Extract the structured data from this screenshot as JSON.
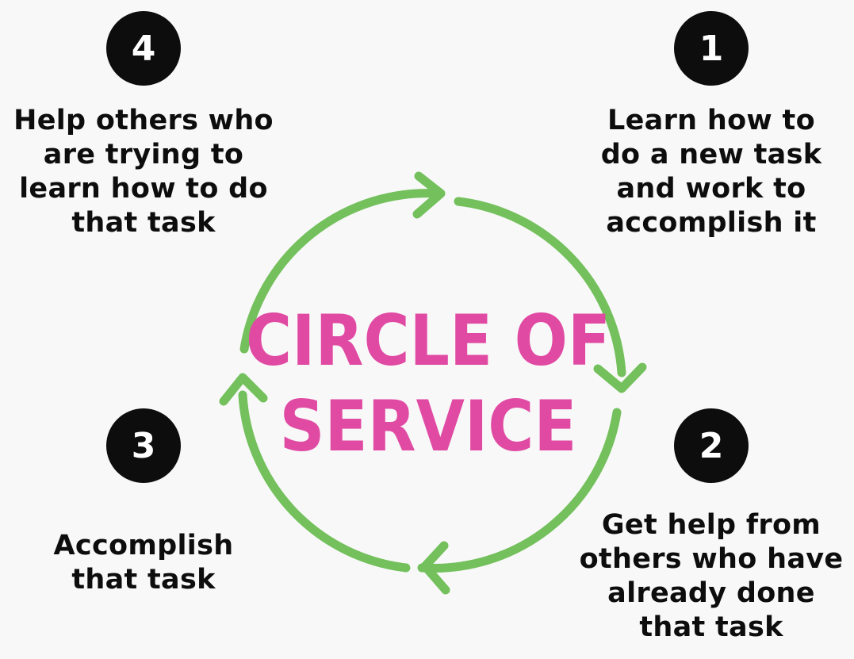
{
  "title": {
    "lines": [
      "CIRCLE OF",
      "SERVICE"
    ],
    "color": "#e04aa3"
  },
  "arrow_color": "#73c05c",
  "badge_color": "#0d0d0d",
  "steps": [
    {
      "number": "1",
      "lines": [
        "Learn how to",
        "do a new task",
        "and work to",
        "accomplish it"
      ]
    },
    {
      "number": "2",
      "lines": [
        "Get help from",
        "others who have",
        "already done",
        "that task"
      ]
    },
    {
      "number": "3",
      "lines": [
        "Accomplish",
        "that task"
      ]
    },
    {
      "number": "4",
      "lines": [
        "Help others who",
        "are trying to",
        "learn how to do",
        "that task"
      ]
    }
  ]
}
